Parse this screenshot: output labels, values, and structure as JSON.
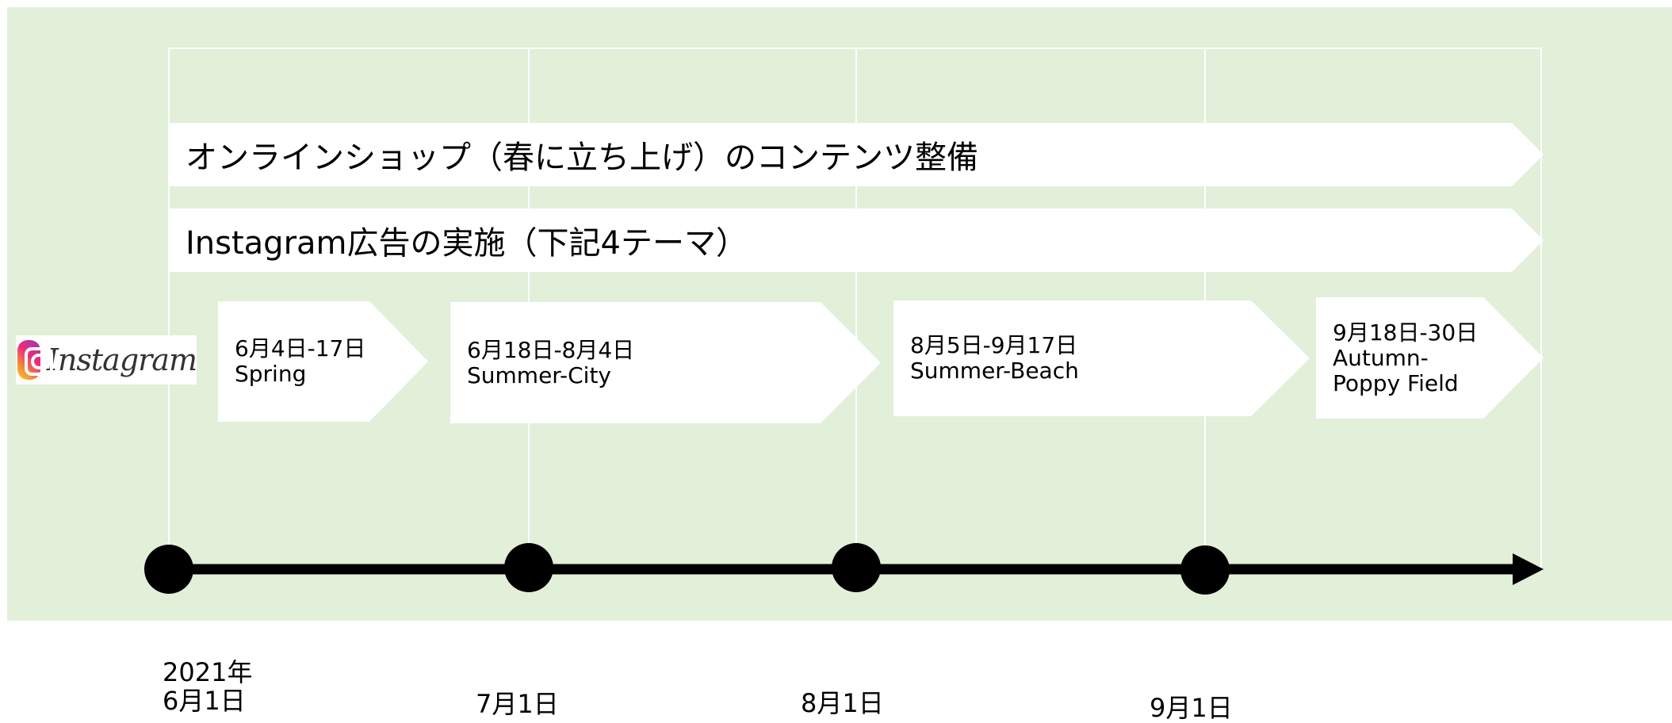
{
  "banners": {
    "online_shop": "オンラインショップ（春に立ち上げ）のコンテンツ整備",
    "instagram_ads": "Instagram広告の実施（下記4テーマ）"
  },
  "logo": {
    "icon": "instagram-icon",
    "text": "Instagram"
  },
  "phases": [
    {
      "dates": "6月4日-17日",
      "theme": "Spring"
    },
    {
      "dates": "6月18日-8月4日",
      "theme": "Summer-City"
    },
    {
      "dates": "8月5日-9月17日",
      "theme": "Summer-Beach"
    },
    {
      "dates": "9月18日-30日",
      "theme": "Autumn-",
      "theme_line2": "Poppy Field"
    }
  ],
  "timeline": {
    "markers": [
      {
        "year": "2021年",
        "label": "6月1日"
      },
      {
        "label": "7月1日"
      },
      {
        "label": "8月1日"
      },
      {
        "label": "9月1日"
      }
    ]
  },
  "colors": {
    "panel_background": "#e2efd9",
    "shape_fill": "#ffffff",
    "timeline": "#000000"
  }
}
